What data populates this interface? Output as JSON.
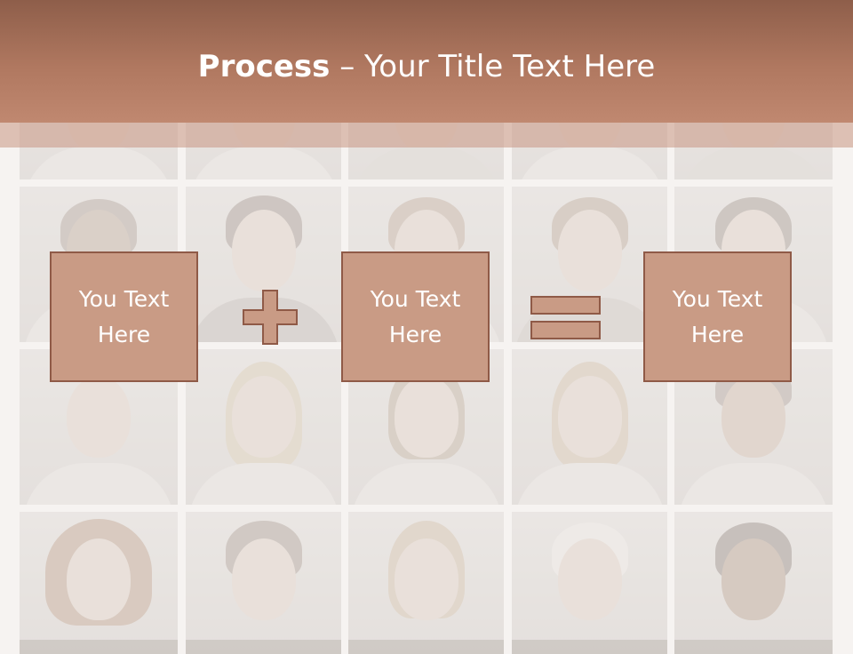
{
  "title": {
    "bold": "Process",
    "dash": " – ",
    "rest": "Your Title Text Here"
  },
  "steps": [
    {
      "text": "You Text\nHere"
    },
    {
      "text": "You Text\nHere"
    },
    {
      "text": "You Text\nHere"
    }
  ],
  "operators": [
    "plus-icon",
    "equals-icon"
  ],
  "colors": {
    "header_top": "#8e5e4a",
    "header_bottom": "#c08870",
    "box_fill": "#c99b85",
    "box_border": "#8f5a47",
    "operator_fill": "#c99b85",
    "text": "#ffffff"
  }
}
